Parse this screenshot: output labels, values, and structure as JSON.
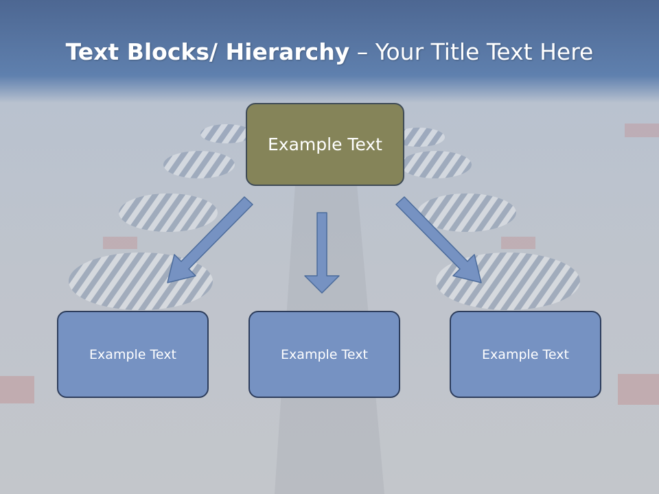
{
  "slide": {
    "title_bold": "Text Blocks/ Hierarchy",
    "title_rest": " – Your Title Text Here",
    "top_box": {
      "label": "Example Text"
    },
    "child_boxes": [
      {
        "label": "Example Text"
      },
      {
        "label": "Example Text"
      },
      {
        "label": "Example Text"
      }
    ]
  },
  "colors": {
    "header_band": "#5f80ae",
    "top_box_fill": "#858459",
    "child_box_fill": "#7692c2",
    "arrow_fill": "#7692c2",
    "box_text": "#ffffff"
  }
}
